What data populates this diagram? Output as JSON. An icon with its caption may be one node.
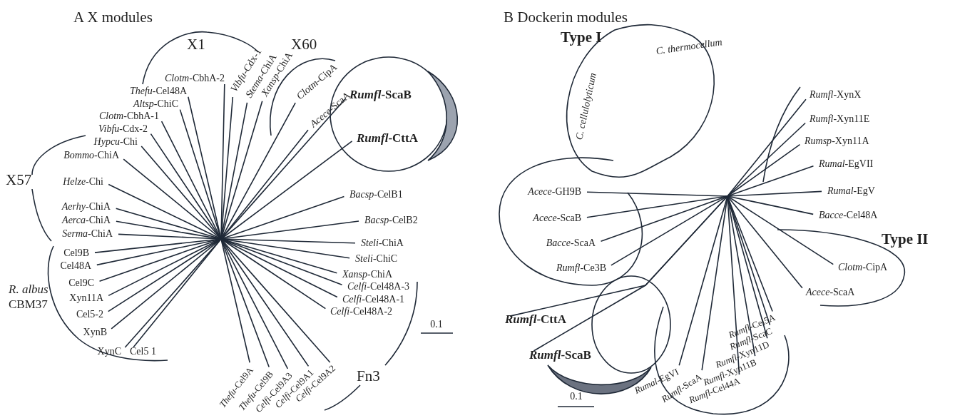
{
  "diagram": {
    "labels": [
      "A  X modules",
      "X1",
      "X60",
      "*Clotm*-CbhA-2",
      "*Thefu*-Cel48A",
      "*Altsp*-ChiC",
      "*Clotm*-CbhA-1",
      "*Vibfu*-Cdx-2",
      "*Hypcu*-Chi",
      "*Bommo*-ChiA",
      "X57",
      "*Helze*-Chi",
      "*Aerhy*-ChiA",
      "*Aerca*-ChiA",
      "*Serma*-ChiA",
      "*Vibfu*-Cdx-1",
      "*Stema*-ChiA",
      "*Xansp*-ChiA",
      "*Clotm*-CipA",
      "*Acece*-ScaA",
      "*Rumfl*-ScaB",
      "*Rumfl*-CttA",
      "*Bacsp*-CelB1",
      "*Bacsp*-CelB2",
      "*Steli*-ChiA",
      "*Steli*-ChiC",
      "*Xansp*-ChiA",
      "*Celfi*-Cel48A-3",
      "*Celfi*-Cel48A-1",
      "*Celfi*-Cel48A-2",
      "0.1",
      "Cel9B",
      "Cel48A",
      "*R. albus*",
      "CBM37",
      "Cel9C",
      "Xyn11A",
      "Cel5-2",
      "XynB",
      "XynC",
      "Cel5 1",
      "*Thefu*-Cel9A",
      "*Thefu*-Cel9B",
      "*Celfi*-Cel9A3",
      "*Celfi*-Cel9A1",
      "*Celfi*-Cel9A2",
      "Fn3",
      "B  Dockerin modules",
      "Type I",
      "*C. thermocellum*",
      "*C. cellulolyticum*",
      "*Rumfl*-XynX",
      "*Rumfl*-Xyn11E",
      "*Rumsp*-Xyn11A",
      "*Rumal*-EgVII",
      "*Rumal*-EgV",
      "*Bacce*-Cel48A",
      "Type II",
      "*Clotm*-CipA",
      "*Acece*-ScaA",
      "*Acece*-GH9B",
      "*Acece*-ScaB",
      "*Bacce*-ScaA",
      "*Rumfl*-Ce3B",
      "*Rumfl*-CttA",
      "*Rumfl*-ScaB",
      "*Rumal*-EgVI",
      "*Rumfl*-ScaA",
      "*Rumfl*-Cel44A",
      "*Rumfl*-Xyn11B",
      "*Rumfl*-Xyn11D",
      "*Rumfl*-ScaC",
      "*Rumfl*-Cel5A",
      "0.1"
    ]
  }
}
